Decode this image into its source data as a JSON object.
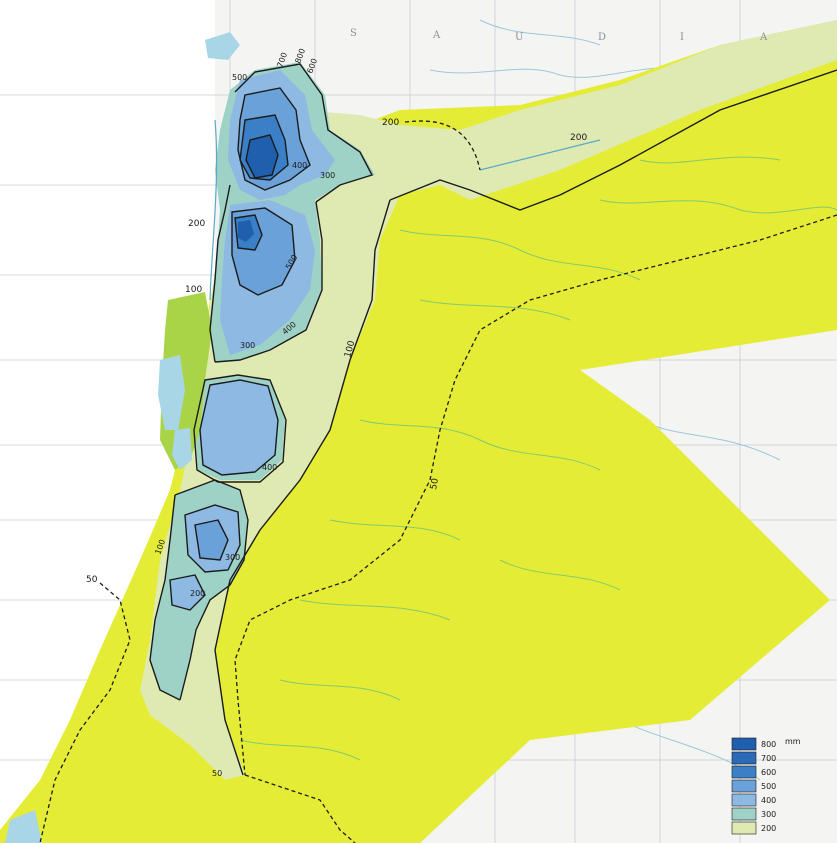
{
  "map": {
    "region_letters": [
      "S",
      "A",
      "U",
      "D",
      "I",
      "A"
    ],
    "legend": {
      "unit": "mm",
      "entries": [
        {
          "label": "800",
          "color": "#1f5fae"
        },
        {
          "label": "700",
          "color": "#2a6ab8"
        },
        {
          "label": "600",
          "color": "#3b7fc6"
        },
        {
          "label": "500",
          "color": "#6aa1d8"
        },
        {
          "label": "400",
          "color": "#8db9e2"
        },
        {
          "label": "300",
          "color": "#9fd2c6"
        },
        {
          "label": "200",
          "color": "#dfe9b2"
        }
      ]
    },
    "isohyet_labels": {
      "north_200": "200",
      "east_200": "200",
      "west_200": "200",
      "mid_100": "100",
      "left_100": "100",
      "dashed_50": "50",
      "left_50": "50",
      "n_700": "700",
      "n_800": "800",
      "n_600": "600",
      "n_500": "500",
      "n_400": "400",
      "n_300": "300",
      "c_500": "500",
      "c_400": "400",
      "c_300": "300",
      "s_400": "400",
      "s_300": "300",
      "s_200": "200",
      "south_100": "100",
      "tip_50": "50"
    },
    "colors": {
      "desert": "#e4ec35",
      "steppe": "#dfe9b2",
      "zone300": "#9fd2c6",
      "zone400": "#8db9e2",
      "zone500": "#6aa1d8",
      "zone600": "#3b7fc6",
      "zone800": "#1f5fae",
      "outside": "#f4f5f3",
      "sea": "#a9d6e6",
      "green_coast": "#a9d448",
      "river": "#5aa9c9"
    }
  }
}
